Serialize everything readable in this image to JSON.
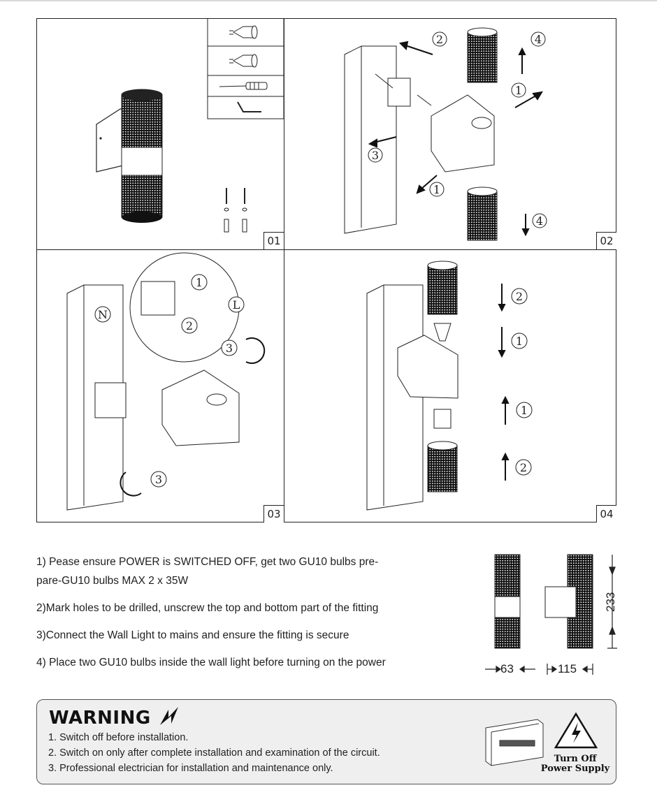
{
  "panels": [
    {
      "number": "01"
    },
    {
      "number": "02"
    },
    {
      "number": "03"
    },
    {
      "number": "04"
    }
  ],
  "panel_callouts": {
    "p2": [
      "2",
      "4",
      "1",
      "3",
      "1",
      "4"
    ],
    "p3": [
      "1",
      "N",
      "L",
      "2",
      "3",
      "3"
    ],
    "p4": [
      "2",
      "1",
      "1",
      "2"
    ]
  },
  "instructions": [
    "1) Pease ensure POWER is SWITCHED OFF, get two GU10 bulbs pre-",
    "pare-GU10 bulbs MAX 2 x 35W",
    "2)Mark holes to be drilled, unscrew the top and bottom part of the fitting",
    "3)Connect the Wall Light to mains and ensure the fitting is secure",
    "4) Place two GU10 bulbs inside the wall light before turning on the power"
  ],
  "dimensions": {
    "height": "233",
    "width_front": "63",
    "depth": "115"
  },
  "warning": {
    "title": "WARNING",
    "items": [
      "1. Switch off before installation.",
      "2. Switch on only after complete installation and examination of the circuit.",
      "3. Professional electrician for installation and maintenance only."
    ],
    "sign_line1": "Turn Off",
    "sign_line2": "Power Supply"
  }
}
